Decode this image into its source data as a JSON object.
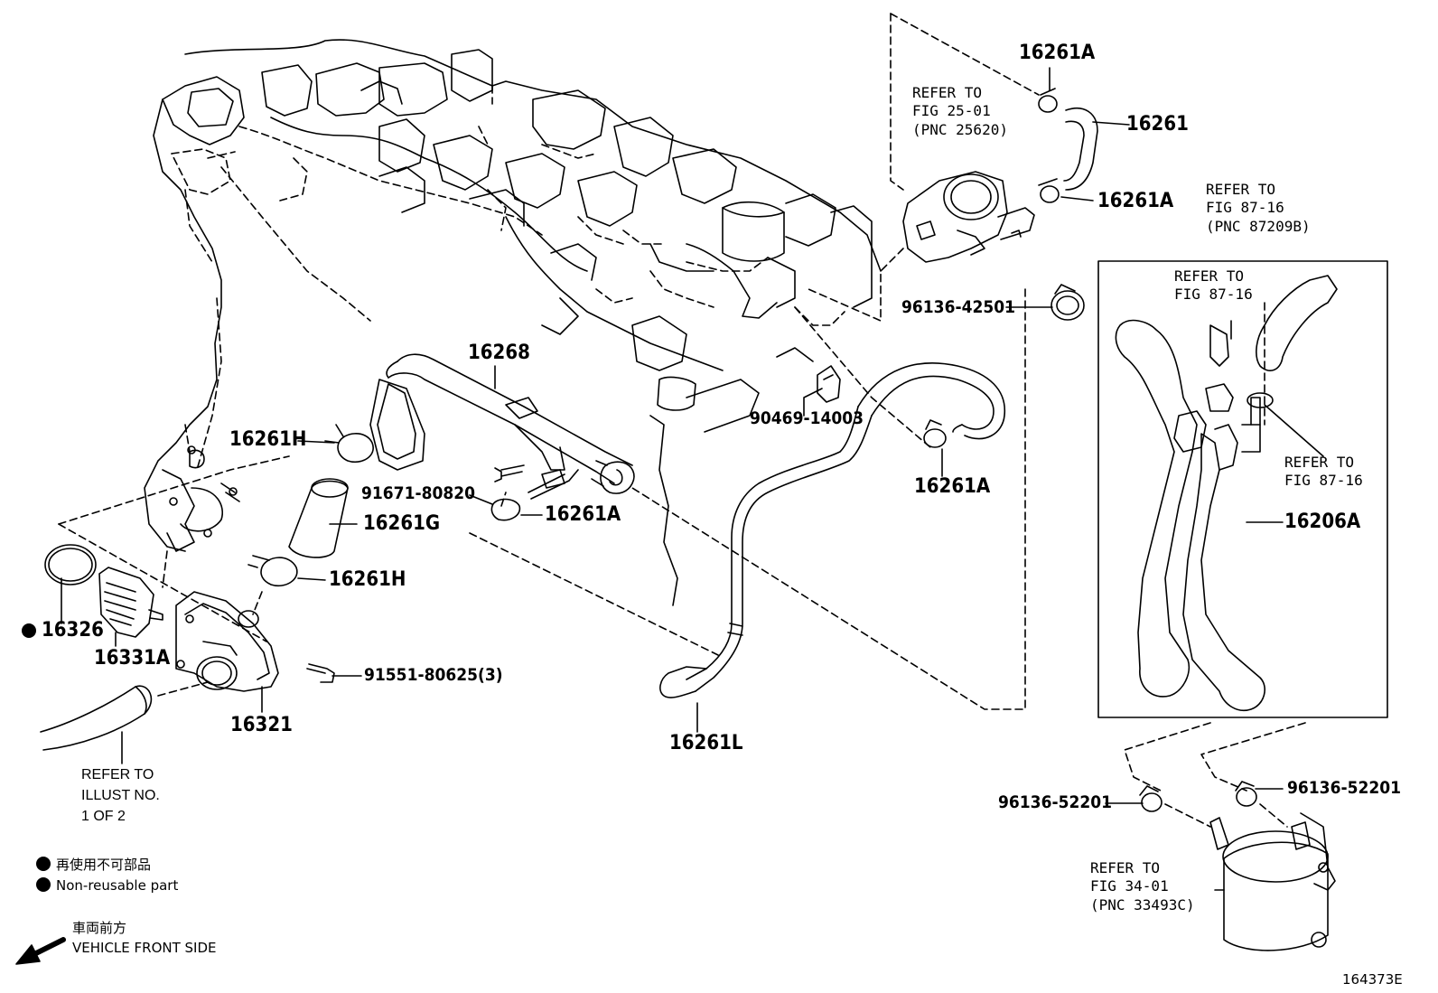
{
  "parts": {
    "p16261A_top": "16261A",
    "p16261": "16261",
    "p16261A_mid": "16261A",
    "p16268": "16268",
    "p16261H_top": "16261H",
    "p16261G": "16261G",
    "p16261H_bot": "16261H",
    "p16326": "16326",
    "p16331A": "16331A",
    "p16321": "16321",
    "p91671": "91671-80820",
    "p16261A_low": "16261A",
    "p91551": "91551-80625(3)",
    "p16261L": "16261L",
    "p90469": "90469-14003",
    "p16261A_right": "16261A",
    "p96136_42501": "96136-42501",
    "p16206A": "16206A",
    "p96136_52201_left": "96136-52201",
    "p96136_52201_right": "96136-52201"
  },
  "refs": {
    "ref_25_01": [
      "REFER TO",
      "FIG 25-01",
      "(PNC 25620)"
    ],
    "ref_87_16_box": [
      "REFER TO",
      "FIG 87-16",
      "(PNC 87209B)"
    ],
    "ref_87_16_inner_left": [
      "REFER TO",
      "FIG 87-16"
    ],
    "ref_87_16_inner_right": [
      "REFER TO",
      "FIG 87-16"
    ],
    "ref_34_01": [
      "REFER TO",
      "FIG 34-01",
      "(PNC 33493C)"
    ],
    "ref_illust": [
      "REFER TO",
      "ILLUST NO.",
      "1 OF 2"
    ]
  },
  "legend": {
    "non_reusable_jp": "再使用不可部品",
    "non_reusable_en": "Non-reusable part",
    "front_jp": "車両前方",
    "front_en": "VEHICLE FRONT SIDE"
  },
  "figure_id": "164373E"
}
